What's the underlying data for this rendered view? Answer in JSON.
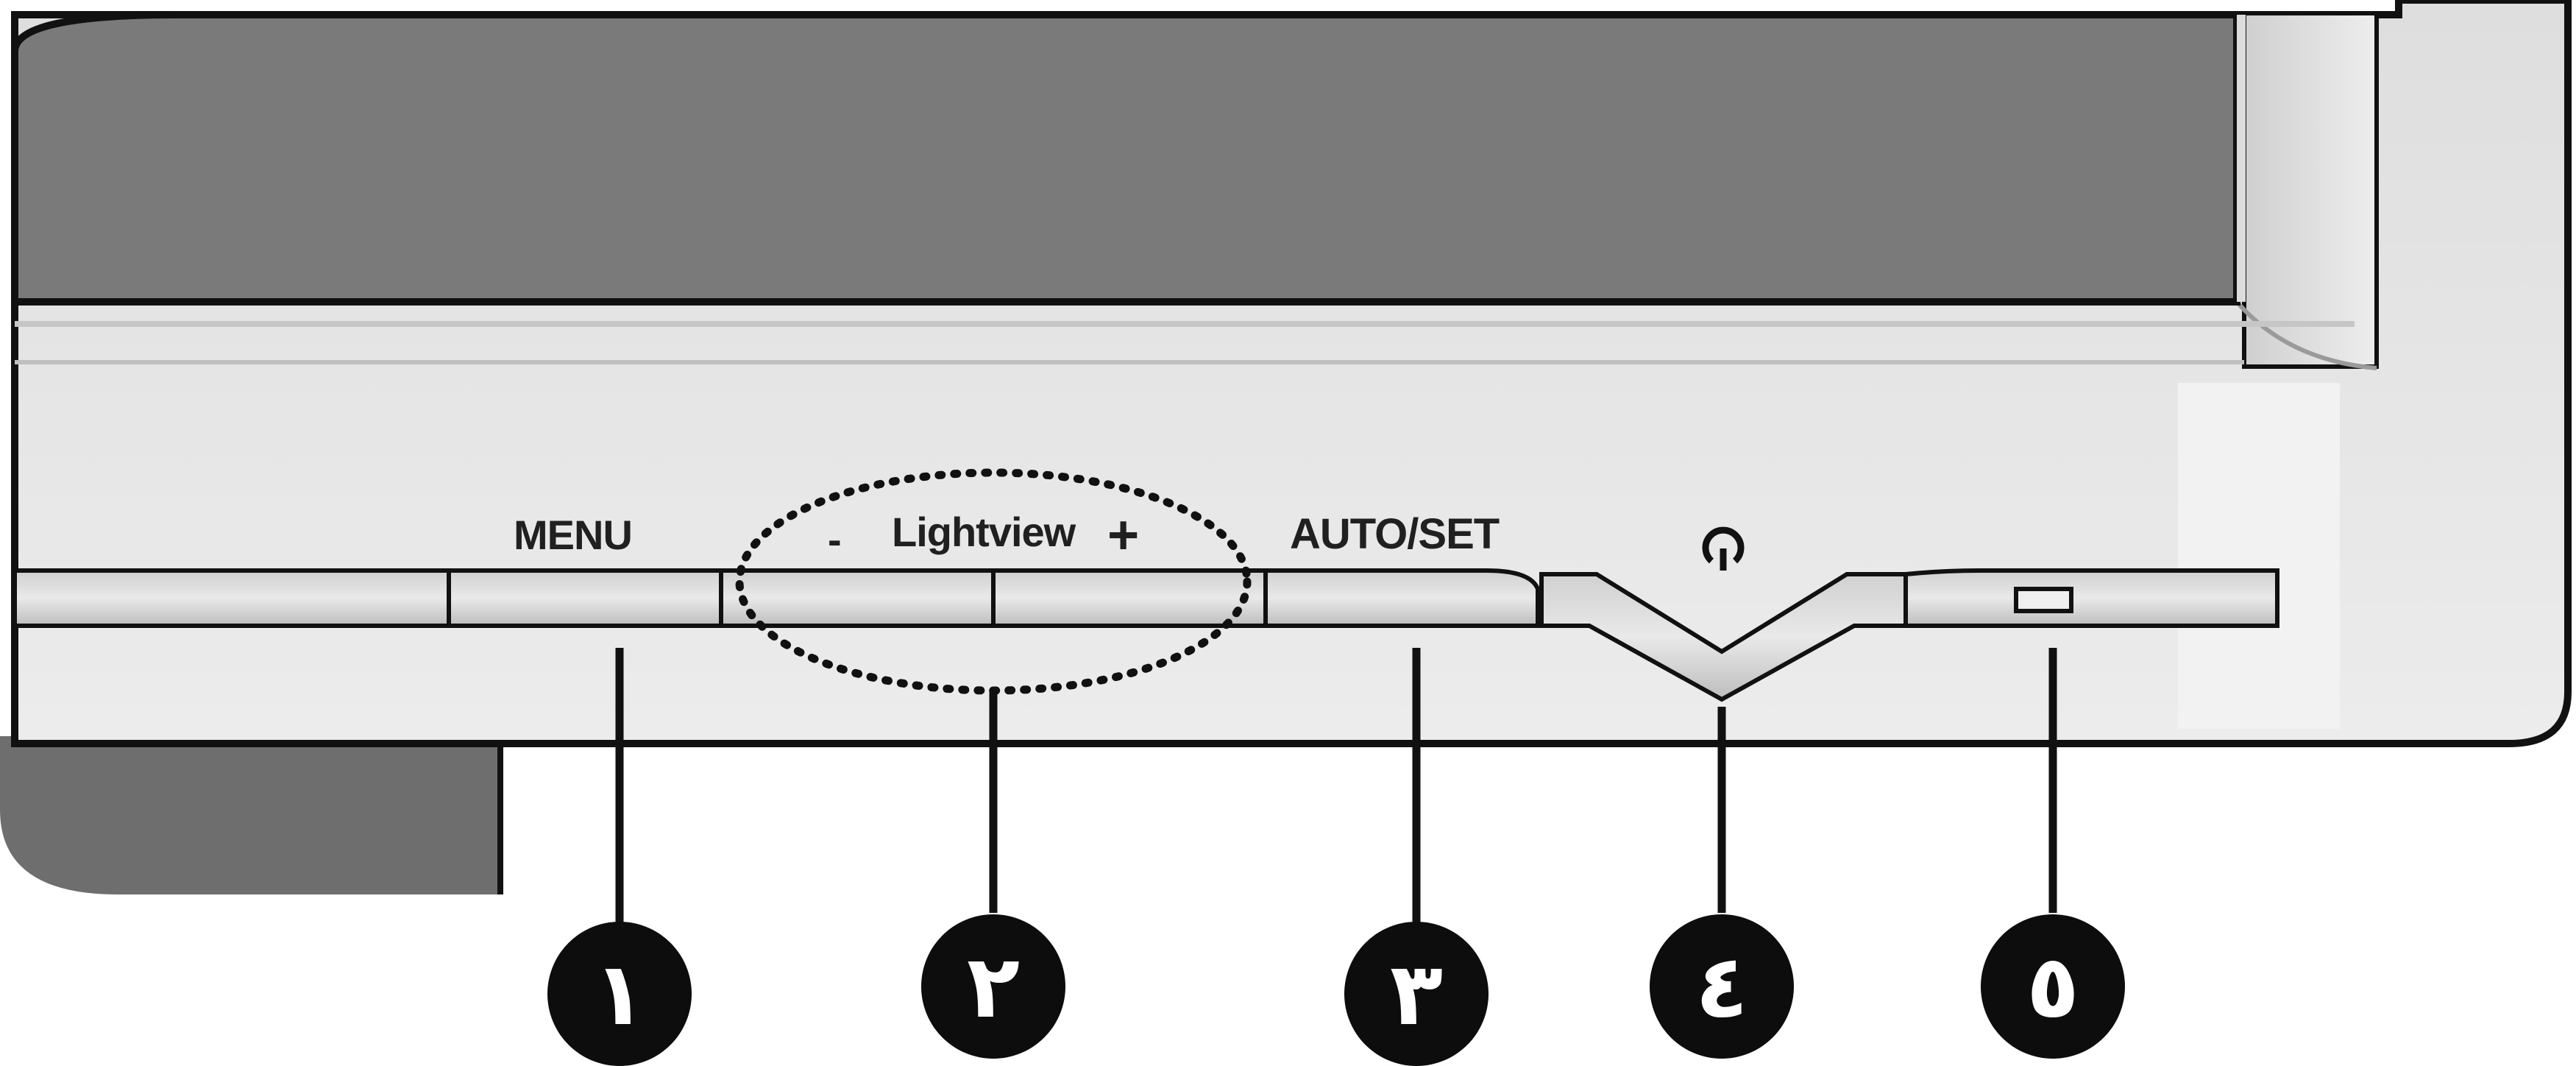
{
  "labels": {
    "menu": "MENU",
    "lightview_minus": "-",
    "lightview": "Lightview",
    "lightview_plus": "+",
    "auto_set": "AUTO/SET"
  },
  "icons": {
    "power": "power-icon",
    "indicator": "power-indicator-led"
  },
  "callouts": [
    "١",
    "٢",
    "٣",
    "٤",
    "٥"
  ],
  "colors": {
    "screen": "#7a7a7a",
    "bezel": "#e6e6e6",
    "stand": "#6e6e6e",
    "callout_fill": "#0d0d0d",
    "line": "#111111"
  }
}
